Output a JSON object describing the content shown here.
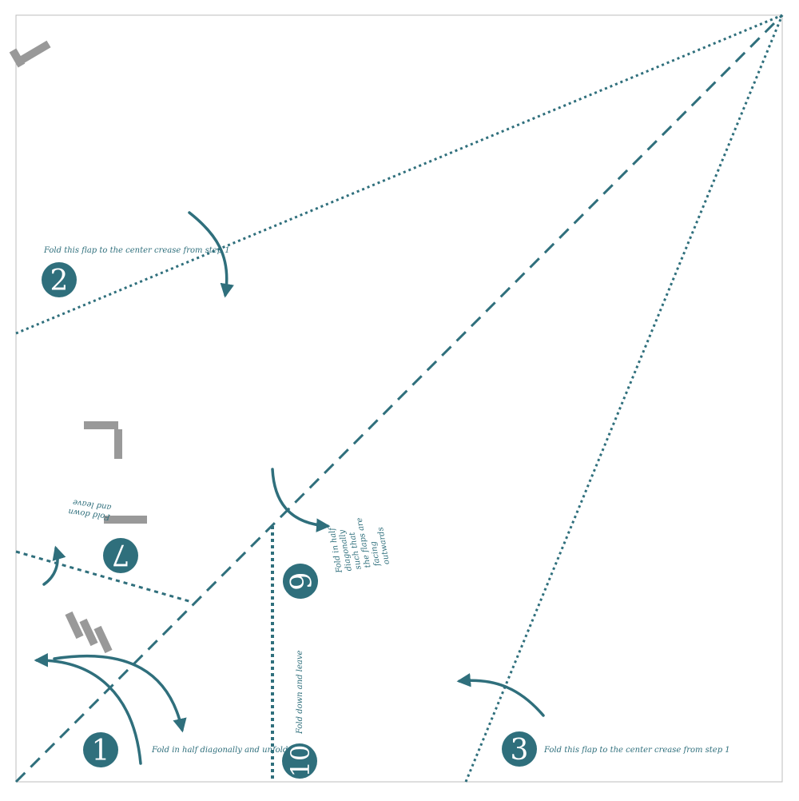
{
  "diagram": {
    "colors": {
      "accent": "#2f6f7c",
      "border": "#bdbdbd",
      "mark": "#999999",
      "background": "#ffffff"
    },
    "steps": [
      {
        "id": "step1",
        "number": "1",
        "text": "Fold in half diagonally and unfold"
      },
      {
        "id": "step2",
        "number": "2",
        "text": "Fold this flap to the center crease from step 1"
      },
      {
        "id": "step3",
        "number": "3",
        "text": "Fold this flap to the center crease from step 1"
      },
      {
        "id": "step7",
        "number": "7",
        "text": "Fold down and leave"
      },
      {
        "id": "step9",
        "number": "9",
        "text": "Fold in half diagonally such that the flaps are facing outwards"
      },
      {
        "id": "step10",
        "number": "10",
        "text": "Fold down and leave"
      }
    ]
  }
}
